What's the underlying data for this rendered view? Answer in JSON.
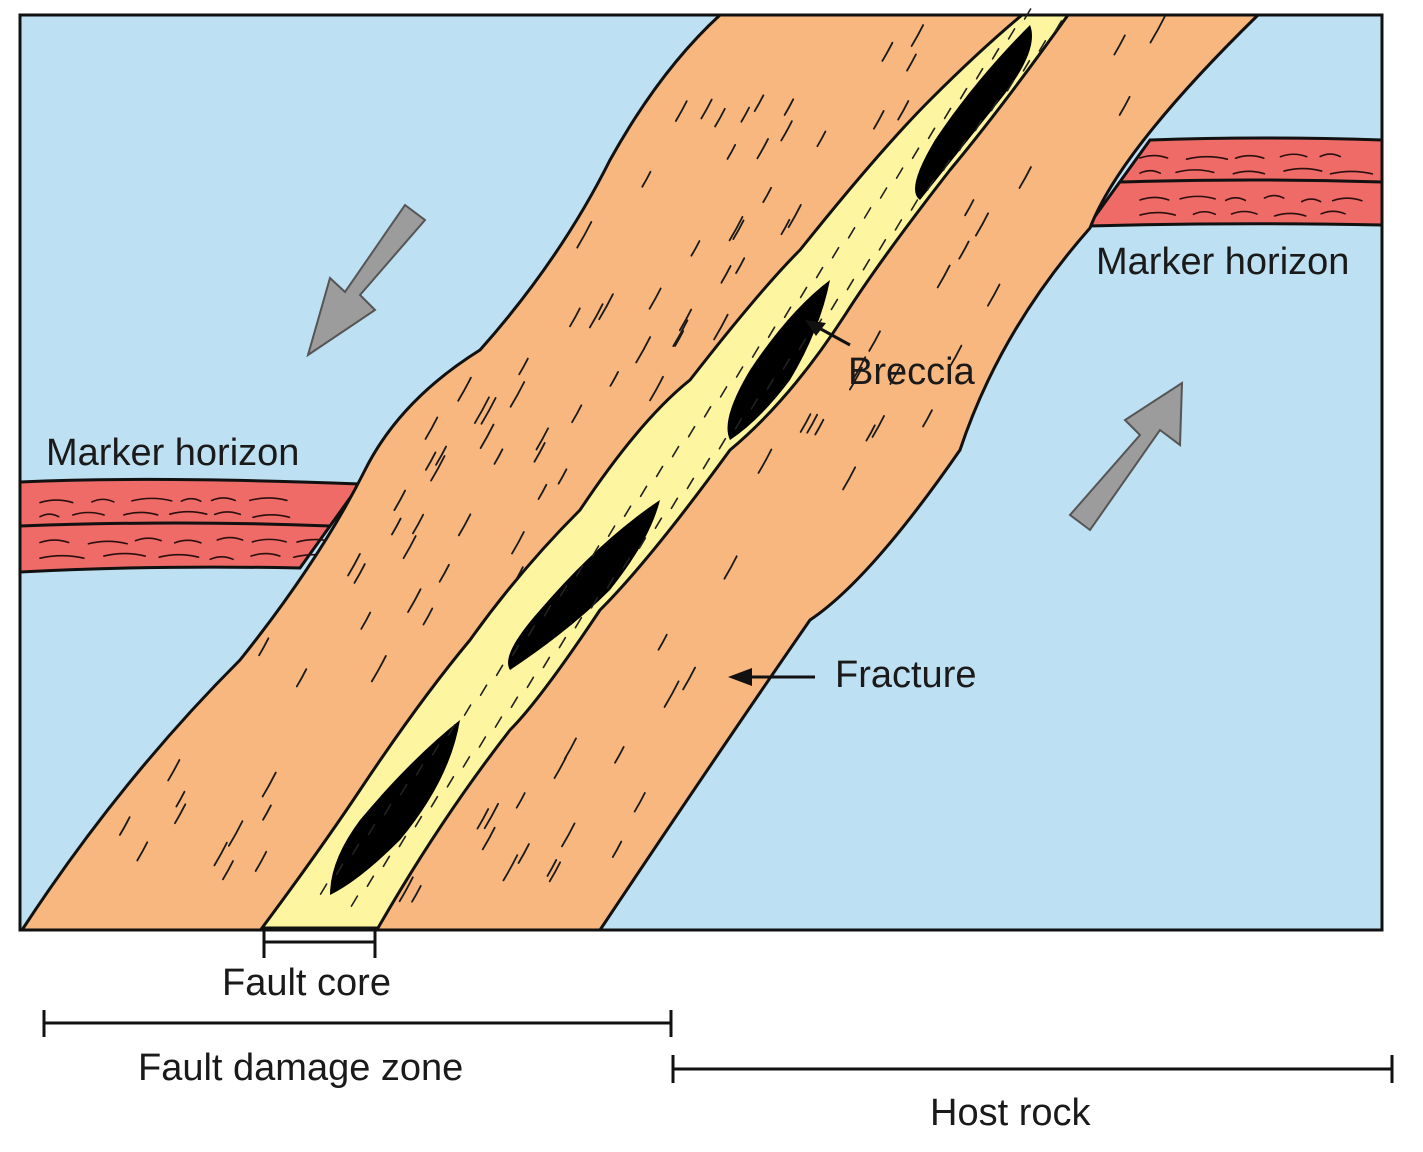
{
  "colors": {
    "host_rock": "#bde0f2",
    "damage_zone": "#f7b77e",
    "fault_core": "#fdf5a0",
    "breccia": "#000000",
    "marker_horizon": "#ee6b67",
    "arrow": "#9c9c9c",
    "outline": "#111111"
  },
  "labels": {
    "marker_horizon_right": "Marker horizon",
    "marker_horizon_left": "Marker horizon",
    "breccia": "Breccia",
    "fracture": "Fracture",
    "fault_core": "Fault core",
    "fault_damage_zone": "Fault damage zone",
    "host_rock": "Host rock"
  },
  "icons": {
    "arrow_left_block": "arrow-down-left-icon",
    "arrow_right_block": "arrow-up-right-icon"
  }
}
